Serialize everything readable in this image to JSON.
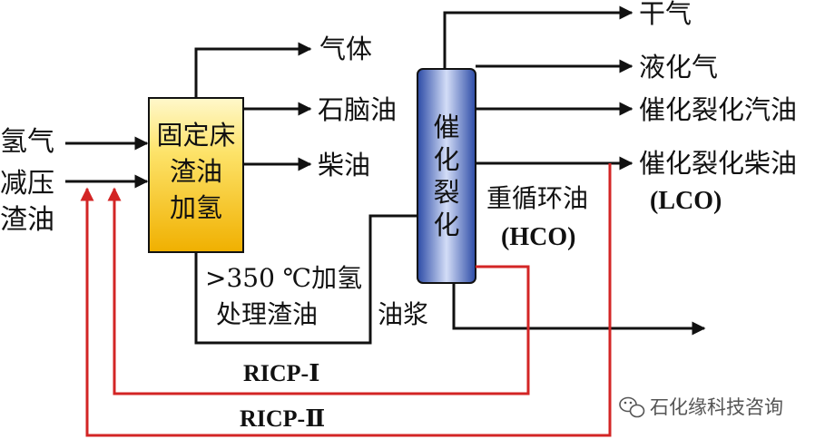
{
  "colors": {
    "line": "#111111",
    "recycle": "#d32525",
    "reactor_fill_top": "#fff7c2",
    "reactor_fill_bottom": "#f2b800",
    "column_fill_edge": "#2f4fa8",
    "column_fill_center": "#c9d6f5"
  },
  "feeds": {
    "hydrogen": "氢气",
    "vacuum_residue_line1": "减压",
    "vacuum_residue_line2": "渣油"
  },
  "reactor": {
    "line1": "固定床",
    "line2": "渣油",
    "line3": "加氢"
  },
  "reactor_products": {
    "gas": "气体",
    "naphtha": "石脑油",
    "diesel": "柴油",
    "residue_line1": ">350 ℃加氢",
    "residue_line2": "处理渣油"
  },
  "column": {
    "line1": "催",
    "line2": "化",
    "line3": "裂",
    "line4": "化"
  },
  "column_products": {
    "dry_gas": "干气",
    "lpg": "液化气",
    "gasoline": "催化裂化汽油",
    "lco_line1": "催化裂化柴油",
    "lco_line2": "(LCO)",
    "hco_line1": "重循环油",
    "hco_line2": "(HCO)",
    "slurry": "油浆"
  },
  "recycles": {
    "ricp1": "RICP-Ⅰ",
    "ricp2": "RICP-Ⅱ"
  },
  "watermark": {
    "text": "石化缘科技咨询",
    "icon": "wechat-icon"
  }
}
